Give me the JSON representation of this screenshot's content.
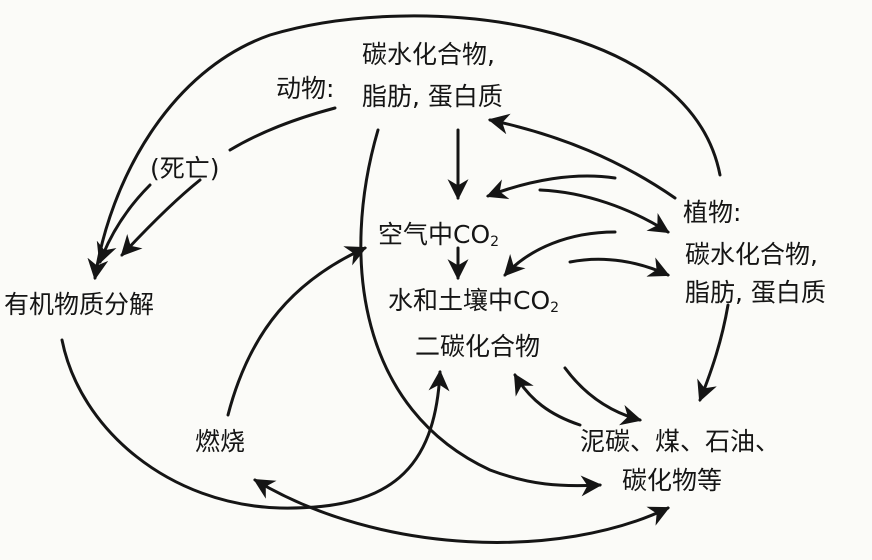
{
  "diagram": {
    "nodes": {
      "animal_prefix": "动物:",
      "animal_line1": "碳水化合物,",
      "animal_line2": "脂肪, 蛋白质",
      "death": "(死亡)",
      "decomposition": "有机物质分解",
      "air_co2_text": "空气中CO",
      "air_co2_sub": "2",
      "soil_co2_text": "水和土壤中CO",
      "soil_co2_sub": "2",
      "soil_line2": "二碳化合物",
      "plant_label": "植物:",
      "plant_line1": "碳水化合物,",
      "plant_line2": "脂肪, 蛋白质",
      "combustion": "燃烧",
      "fossil_line1": "泥碳、煤、石油、",
      "fossil_line2": "碳化物等"
    },
    "colors": {
      "ink": "#151515",
      "background": "#fbfbf8"
    }
  }
}
